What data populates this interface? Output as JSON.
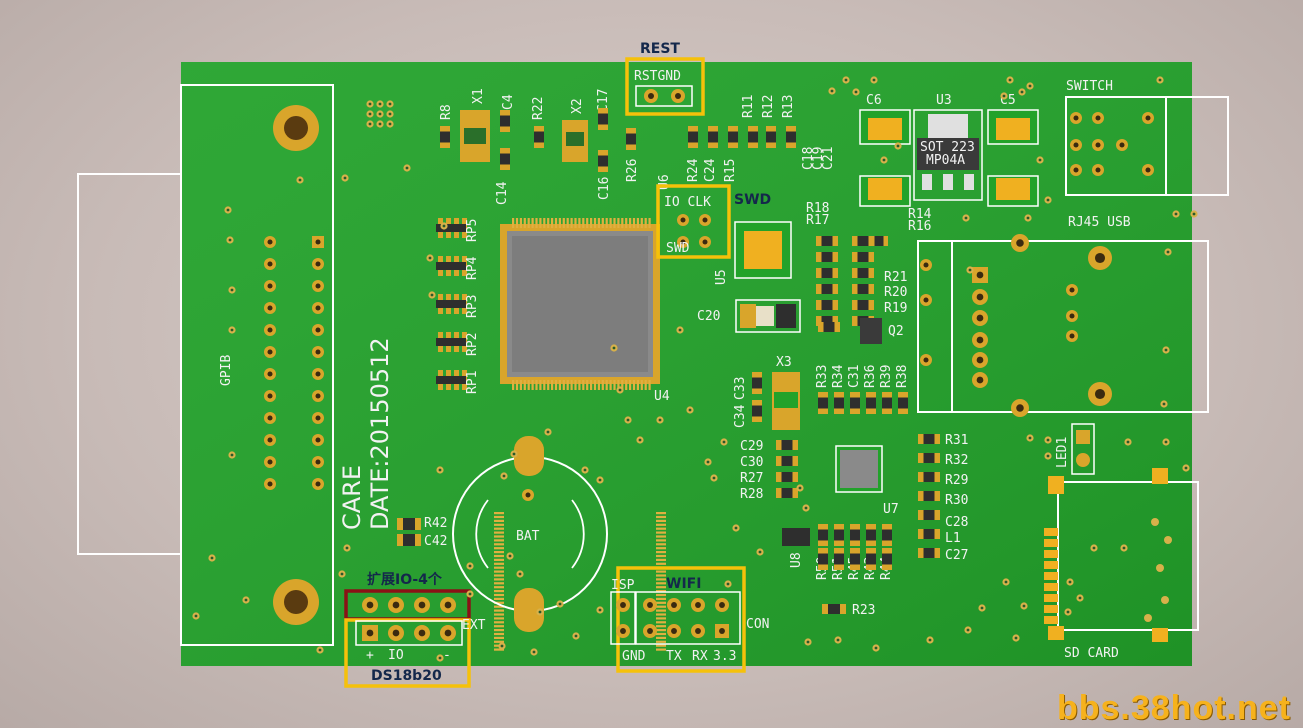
{
  "board": {
    "colors": {
      "pcb": "#22a22a",
      "pad_gold": "#d9a52b",
      "silkscreen": "#ffffff",
      "annotation_yellow": "#f5c10a",
      "annotation_red": "#8a1116",
      "annotation_text": "#14284b",
      "watermark": "#f6b21d"
    }
  },
  "annotations": {
    "rest": "REST",
    "swd": "SWD",
    "wifi": "WIFI",
    "expand_io": "扩展IO-4个",
    "ds18b20": "DS18b20"
  },
  "silkscreen": {
    "gpib": "GPIB",
    "care": "CARE",
    "date": "DATE:20150512",
    "rst_gnd": "RSTGND",
    "io_clk": "IO CLK",
    "swd_small": "SWD",
    "u4": "U4",
    "u5": "U5",
    "u6": "U6",
    "u7": "U7",
    "u8": "U8",
    "u3": "U3",
    "sot223": "SOT 223",
    "mp04a": "MP04A",
    "switch": "SWITCH",
    "rj45_usb": "RJ45 USB",
    "sd_card": "SD CARD",
    "led1": "LED1",
    "q2": "Q2",
    "x1": "X1",
    "x2": "X2",
    "x3": "X3",
    "bat": "BAT",
    "ext": "EXT",
    "con": "CON",
    "isp": "ISP",
    "gnd": "GND",
    "tx": "TX",
    "rx": "RX",
    "v33": "3.3",
    "ds_plus": "+",
    "ds_io": "IO",
    "ds_minus": "-",
    "c20": "C20",
    "c5": "C5",
    "c6": "C6",
    "rp": [
      "RP5",
      "RP4",
      "RP3",
      "RP2",
      "RP1"
    ],
    "top_parts": [
      "R8",
      "C4",
      "R22",
      "C17",
      "R11",
      "R12",
      "R13"
    ],
    "top_parts_low": [
      "C14",
      "C16",
      "R26",
      "R24",
      "C24",
      "R15"
    ],
    "mid_parts": [
      "C18",
      "C19",
      "C21",
      "R18",
      "R17"
    ],
    "right_r": [
      "R21",
      "R20",
      "R19"
    ],
    "r14_r16": [
      "R14",
      "R16"
    ],
    "row_parts": [
      "R33",
      "R34",
      "C31",
      "R36",
      "R39",
      "R38"
    ],
    "c33_c34": [
      "C33",
      "C34"
    ],
    "left_stack": [
      "C29",
      "C30",
      "R27",
      "R28"
    ],
    "right_stack": [
      "R31",
      "R32",
      "R29",
      "R30",
      "C28",
      "L1",
      "C27"
    ],
    "u8_row": [
      "R50",
      "R51",
      "R45",
      "R43",
      "R44"
    ],
    "r42": "R42",
    "c42": "C42",
    "r23": "R23"
  },
  "watermark": "bbs.38hot.net"
}
